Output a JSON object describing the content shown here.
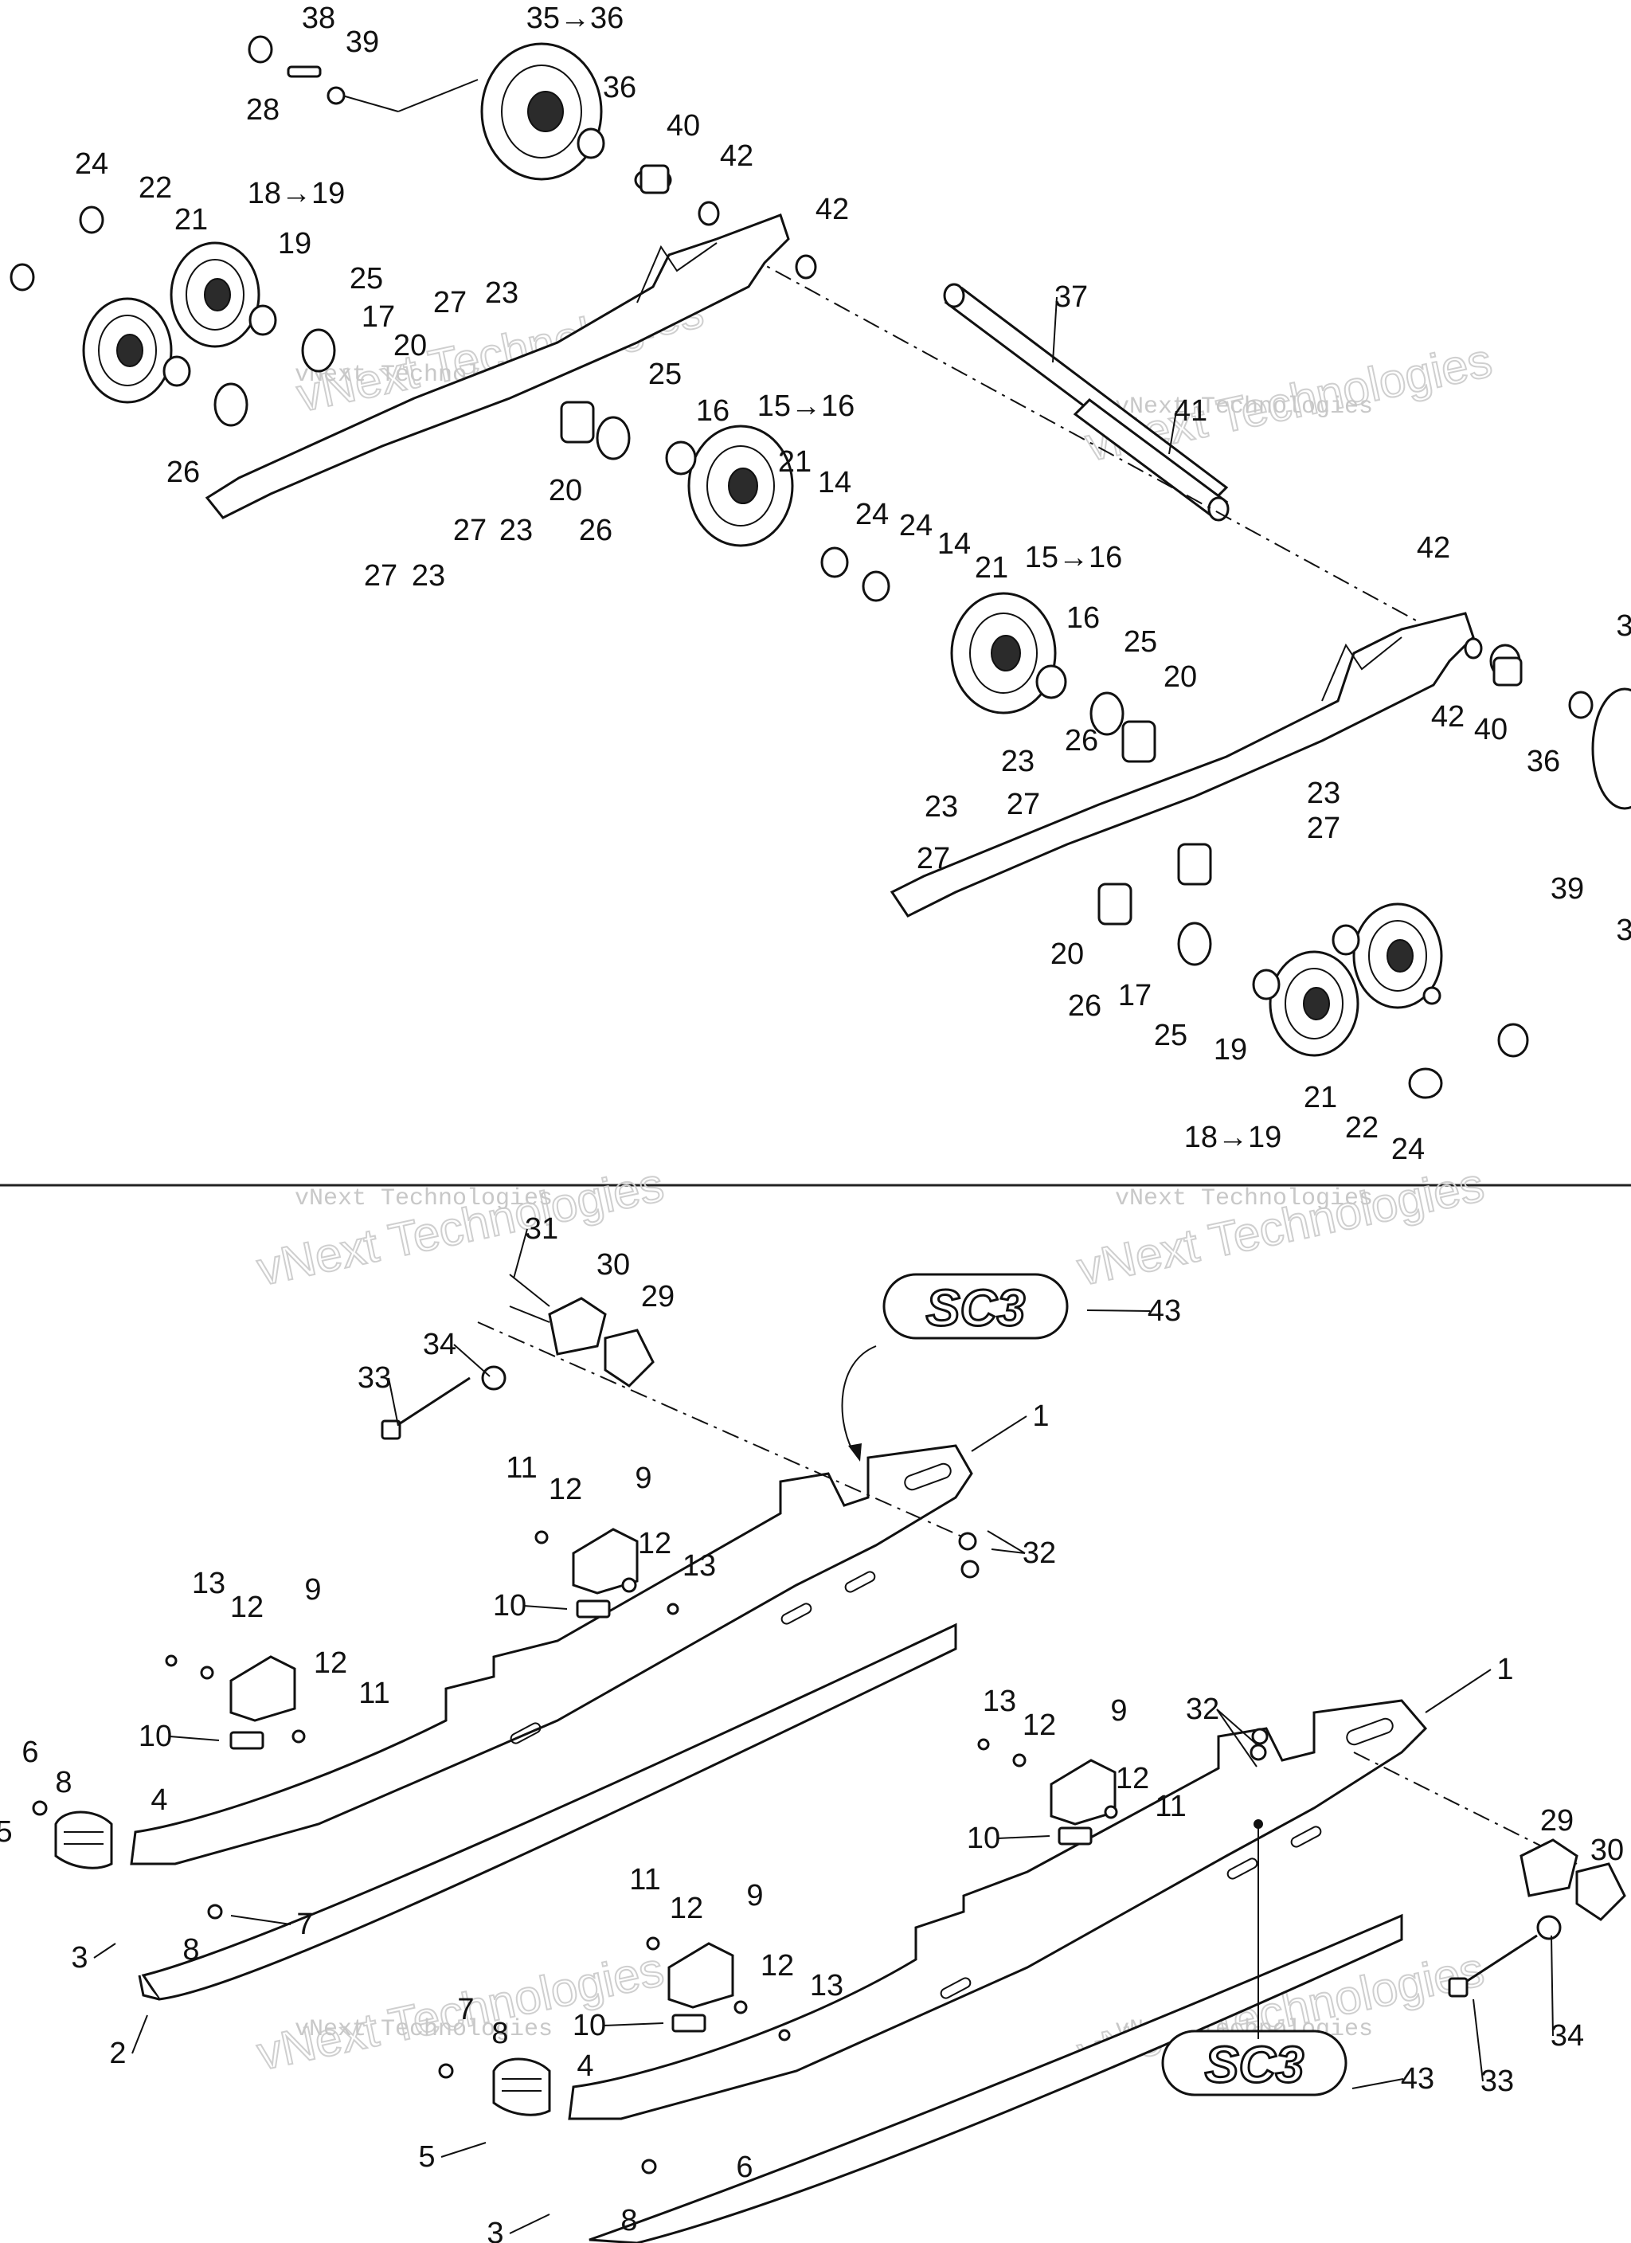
{
  "diagram": {
    "watermark_small": "vNext Technologies",
    "watermark_big": "vNext Technologies",
    "logo": "SC3",
    "labels": [
      {
        "id": "l38",
        "text": "38"
      },
      {
        "id": "l39a",
        "text": "39"
      },
      {
        "id": "l28",
        "text": "28"
      },
      {
        "id": "l3536a",
        "text": "35→36"
      },
      {
        "id": "l36a",
        "text": "36"
      },
      {
        "id": "l40a",
        "text": "40"
      },
      {
        "id": "l42a",
        "text": "42"
      },
      {
        "id": "l42b",
        "text": "42"
      },
      {
        "id": "l24a",
        "text": "24"
      },
      {
        "id": "l22a",
        "text": "22"
      },
      {
        "id": "l21a",
        "text": "21"
      },
      {
        "id": "l1819a",
        "text": "18→19"
      },
      {
        "id": "l19a",
        "text": "19"
      },
      {
        "id": "l25a",
        "text": "25"
      },
      {
        "id": "l17a",
        "text": "17"
      },
      {
        "id": "l20a",
        "text": "20"
      },
      {
        "id": "l27a",
        "text": "27"
      },
      {
        "id": "l23a",
        "text": "23"
      },
      {
        "id": "l37",
        "text": "37"
      },
      {
        "id": "l41",
        "text": "41"
      },
      {
        "id": "l25b",
        "text": "25"
      },
      {
        "id": "l16a",
        "text": "16"
      },
      {
        "id": "l1516a",
        "text": "15→16"
      },
      {
        "id": "l26a",
        "text": "26"
      },
      {
        "id": "l20b",
        "text": "20"
      },
      {
        "id": "l26b",
        "text": "26"
      },
      {
        "id": "l27b",
        "text": "27"
      },
      {
        "id": "l23b",
        "text": "23"
      },
      {
        "id": "l27c",
        "text": "27"
      },
      {
        "id": "l23c",
        "text": "23"
      },
      {
        "id": "l21b",
        "text": "21"
      },
      {
        "id": "l14a",
        "text": "14"
      },
      {
        "id": "l24b",
        "text": "24"
      },
      {
        "id": "l24c",
        "text": "24"
      },
      {
        "id": "l14b",
        "text": "14"
      },
      {
        "id": "l21c",
        "text": "21"
      },
      {
        "id": "l1516b",
        "text": "15→16"
      },
      {
        "id": "l16b",
        "text": "16"
      },
      {
        "id": "l25c",
        "text": "25"
      },
      {
        "id": "l20c",
        "text": "20"
      },
      {
        "id": "l26c",
        "text": "26"
      },
      {
        "id": "l42c",
        "text": "42"
      },
      {
        "id": "l42d",
        "text": "42"
      },
      {
        "id": "l40b",
        "text": "40"
      },
      {
        "id": "l36b",
        "text": "36"
      },
      {
        "id": "l3r1",
        "text": "3"
      },
      {
        "id": "l23d",
        "text": "23"
      },
      {
        "id": "l27d",
        "text": "27"
      },
      {
        "id": "l23e",
        "text": "23"
      },
      {
        "id": "l27e",
        "text": "27"
      },
      {
        "id": "l23f",
        "text": "23"
      },
      {
        "id": "l27f",
        "text": "27"
      },
      {
        "id": "l39b",
        "text": "39"
      },
      {
        "id": "l3r2",
        "text": "3"
      },
      {
        "id": "l20d",
        "text": "20"
      },
      {
        "id": "l26d",
        "text": "26"
      },
      {
        "id": "l17b",
        "text": "17"
      },
      {
        "id": "l25d",
        "text": "25"
      },
      {
        "id": "l19b",
        "text": "19"
      },
      {
        "id": "l21d",
        "text": "21"
      },
      {
        "id": "l22b",
        "text": "22"
      },
      {
        "id": "l24d",
        "text": "24"
      },
      {
        "id": "l1819b",
        "text": "18→19"
      },
      {
        "id": "l31",
        "text": "31"
      },
      {
        "id": "l30a",
        "text": "30"
      },
      {
        "id": "l29a",
        "text": "29"
      },
      {
        "id": "l34a",
        "text": "34"
      },
      {
        "id": "l33a",
        "text": "33"
      },
      {
        "id": "l43a",
        "text": "43"
      },
      {
        "id": "l1a",
        "text": "1"
      },
      {
        "id": "l11a",
        "text": "11"
      },
      {
        "id": "l12a",
        "text": "12"
      },
      {
        "id": "l9a",
        "text": "9"
      },
      {
        "id": "l12b",
        "text": "12"
      },
      {
        "id": "l13a",
        "text": "13"
      },
      {
        "id": "l32a",
        "text": "32"
      },
      {
        "id": "l10a",
        "text": "10"
      },
      {
        "id": "l13b",
        "text": "13"
      },
      {
        "id": "l12c",
        "text": "12"
      },
      {
        "id": "l9b",
        "text": "9"
      },
      {
        "id": "l12d",
        "text": "12"
      },
      {
        "id": "l11b",
        "text": "11"
      },
      {
        "id": "l10b",
        "text": "10"
      },
      {
        "id": "l6a",
        "text": "6"
      },
      {
        "id": "l8a",
        "text": "8"
      },
      {
        "id": "l4a",
        "text": "4"
      },
      {
        "id": "l5a",
        "text": "5"
      },
      {
        "id": "l7a",
        "text": "7"
      },
      {
        "id": "l3a",
        "text": "3"
      },
      {
        "id": "l8b",
        "text": "8"
      },
      {
        "id": "l2a",
        "text": "2"
      },
      {
        "id": "l1b",
        "text": "1"
      },
      {
        "id": "l32b",
        "text": "32"
      },
      {
        "id": "l13c",
        "text": "13"
      },
      {
        "id": "l12e",
        "text": "12"
      },
      {
        "id": "l9c",
        "text": "9"
      },
      {
        "id": "l12f",
        "text": "12"
      },
      {
        "id": "l11c",
        "text": "11"
      },
      {
        "id": "l10c",
        "text": "10"
      },
      {
        "id": "l29b",
        "text": "29"
      },
      {
        "id": "l30b",
        "text": "30"
      },
      {
        "id": "l11d",
        "text": "11"
      },
      {
        "id": "l12g",
        "text": "12"
      },
      {
        "id": "l9d",
        "text": "9"
      },
      {
        "id": "l12h",
        "text": "12"
      },
      {
        "id": "l13d",
        "text": "13"
      },
      {
        "id": "l10d",
        "text": "10"
      },
      {
        "id": "l33b",
        "text": "33"
      },
      {
        "id": "l34b",
        "text": "34"
      },
      {
        "id": "l7b",
        "text": "7"
      },
      {
        "id": "l8c",
        "text": "8"
      },
      {
        "id": "l4b",
        "text": "4"
      },
      {
        "id": "l5b",
        "text": "5"
      },
      {
        "id": "l43b",
        "text": "43"
      },
      {
        "id": "l6b",
        "text": "6"
      },
      {
        "id": "l8d",
        "text": "8"
      },
      {
        "id": "l3b",
        "text": "3"
      }
    ]
  }
}
